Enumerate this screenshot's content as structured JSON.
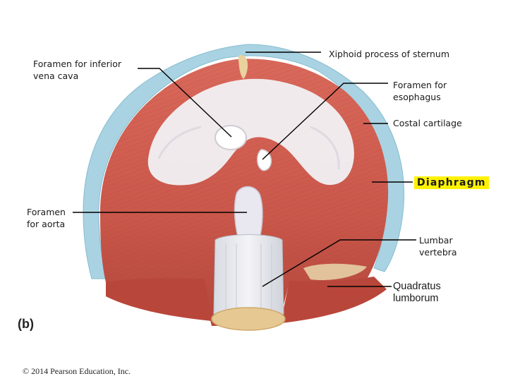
{
  "labels": {
    "ivc": [
      "Foramen for inferior",
      "vena cava"
    ],
    "aorta": [
      "Foramen",
      "for aorta"
    ],
    "xiphoid": "Xiphoid process of sternum",
    "esophagus": [
      "Foramen for",
      "esophagus"
    ],
    "costal": "Costal cartilage",
    "diaphragm": "Diaphragm",
    "lumbar": [
      "Lumbar",
      "vertebra"
    ],
    "quadratus": [
      "Quadratus",
      "lumborum"
    ]
  },
  "panel_letter": "(b)",
  "copyright": "© 2014 Pearson Education, Inc.",
  "colors": {
    "muscle": "#c9574a",
    "muscle_dark": "#a8392f",
    "tendon": "#f1eff2",
    "cartilage": "#a9d3e2",
    "highlight": "#fff200"
  }
}
